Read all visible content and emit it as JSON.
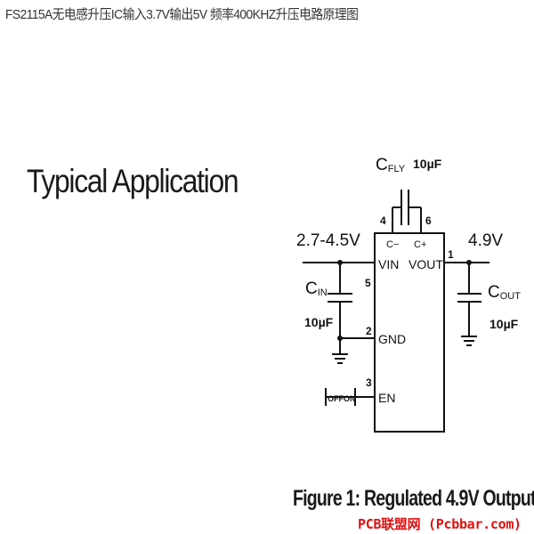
{
  "page": {
    "title": "FS2115A无电感升压IC输入3.7V输出5V 频率400KHZ升压电路原理图",
    "heading": "Typical Application",
    "caption": "Figure 1: Regulated 4.9V Output",
    "watermark": "PCB联盟网 (Pcbbar.com)"
  },
  "schematic": {
    "cfly": {
      "name": "C",
      "sub": "FLY",
      "value": "10µF"
    },
    "cin": {
      "name": "C",
      "sub": "IN",
      "value": "10µF"
    },
    "cout": {
      "name": "C",
      "sub": "OUT",
      "value": "10µF"
    },
    "input_voltage": "2.7-4.5V",
    "output_voltage": "4.9V",
    "switch_off": "OFF",
    "switch_on": "ON",
    "pins": {
      "p1": "1",
      "p2": "2",
      "p3": "3",
      "p4": "4",
      "p5": "5",
      "p6": "6",
      "cminus": "C−",
      "cplus": "C+",
      "vin": "VIN",
      "vout": "VOUT",
      "gnd": "GND",
      "en": "EN"
    }
  }
}
